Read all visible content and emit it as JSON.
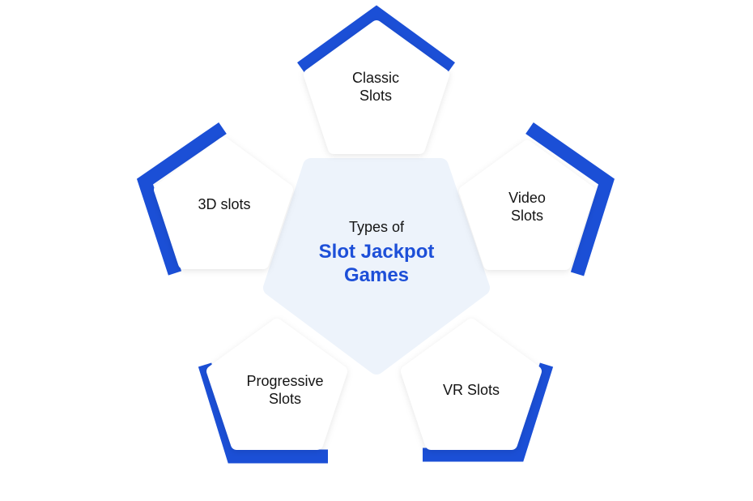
{
  "center": {
    "subtitle": "Types of",
    "title": "Slot Jackpot\nGames"
  },
  "items": [
    {
      "id": "classic",
      "label": "Classic\nSlots"
    },
    {
      "id": "video",
      "label": "Video\nSlots"
    },
    {
      "id": "vr",
      "label": "VR Slots"
    },
    {
      "id": "progressive",
      "label": "Progressive\nSlots"
    },
    {
      "id": "3d",
      "label": "3D slots"
    }
  ],
  "colors": {
    "accent": "#1b4fd6",
    "center_fill": "#edf3fb",
    "text": "#141414",
    "title": "#1d4fd8"
  }
}
